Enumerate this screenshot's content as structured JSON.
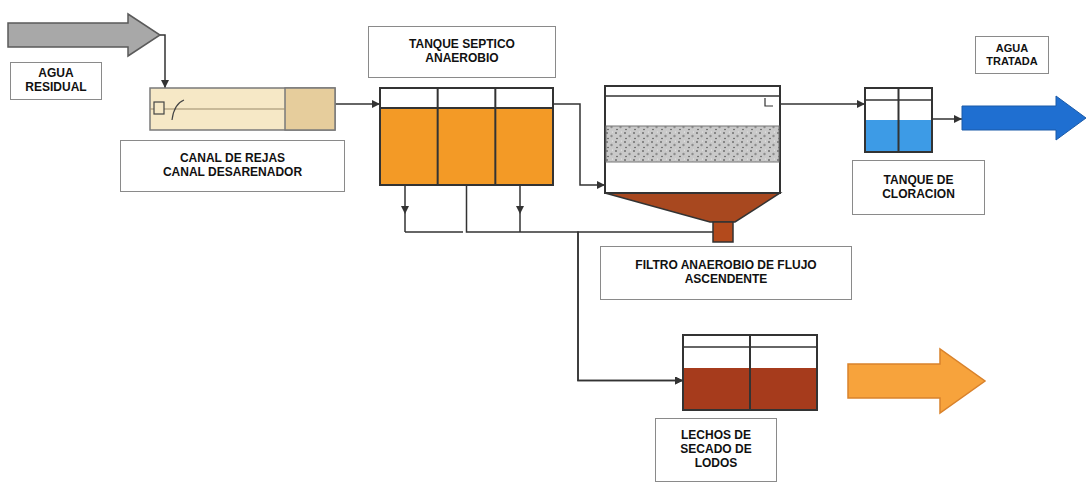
{
  "diagram": {
    "nodes": [
      {
        "text": [
          "AGUA RESIDUAL"
        ]
      },
      {
        "text": [
          "CANAL DE REJAS",
          "CANAL DESARENADOR"
        ]
      },
      {
        "text": [
          "TANQUE SEPTICO ANAEROBIO"
        ]
      },
      {
        "text": [
          "FILTRO ANAEROBIO DE FLUJO ASCENDENTE"
        ]
      },
      {
        "text": [
          "TANQUE DE CLORACION"
        ]
      },
      {
        "text": [
          "AGUA TRATADA"
        ]
      },
      {
        "text": [
          "LECHOS DE SECADO DE LODOS"
        ]
      }
    ],
    "edges": [
      {
        "from": 0,
        "to": 1,
        "arrow": "to"
      },
      {
        "from": 1,
        "to": 2,
        "arrow": "to"
      },
      {
        "from": 2,
        "to": 3,
        "arrow": "to"
      },
      {
        "from": 3,
        "to": 4,
        "arrow": "to"
      },
      {
        "from": 4,
        "to": 5,
        "arrow": "to"
      },
      {
        "from": 2,
        "to": 6,
        "arrow": "to"
      },
      {
        "from": 3,
        "to": 6,
        "arrow": "to"
      }
    ]
  }
}
